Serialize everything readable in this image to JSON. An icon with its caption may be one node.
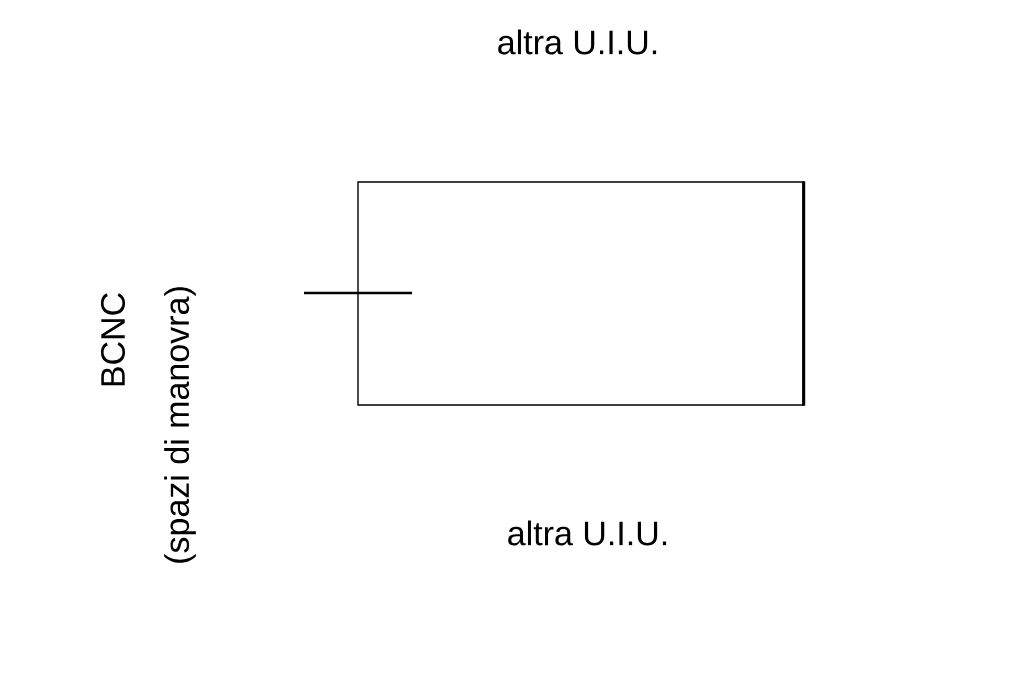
{
  "diagram": {
    "nodes": [
      {
        "text": [],
        "shape": "box"
      }
    ],
    "labels": [
      "altra U.I.U.",
      "BCNC",
      "(spazi di manovra)",
      "altra U.I.U."
    ]
  }
}
